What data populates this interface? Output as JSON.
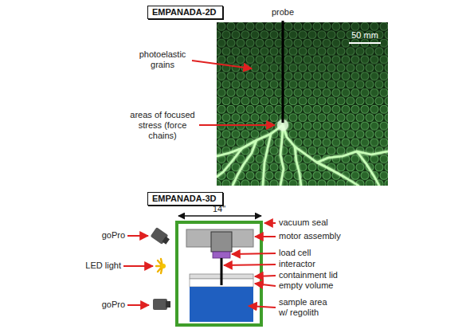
{
  "diagram": {
    "nodes": [
      {
        "text": [
          "EMPANADA-2D"
        ]
      },
      {
        "text": [
          "EMPANADA-3D"
        ]
      }
    ],
    "labels": [
      "probe",
      "photoelastic grains",
      "50 mm",
      "areas of focused stress (force chains)",
      "14\"",
      "vacuum seal",
      "motor assembly",
      "goPro",
      "load cell",
      "LED light",
      "interactor",
      "containment lid",
      "empty volume",
      "goPro",
      "sample area w/ regolith"
    ]
  }
}
